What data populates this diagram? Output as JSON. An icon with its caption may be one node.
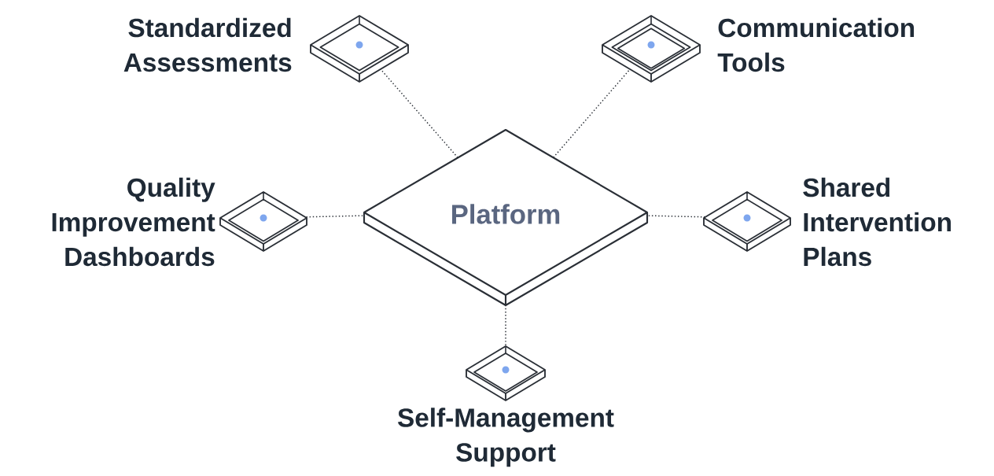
{
  "diagram": {
    "nodes": [
      {
        "text": [
          "Platform"
        ]
      },
      {
        "text": [
          "Standardized Assessments"
        ]
      },
      {
        "text": [
          "Communication Tools"
        ]
      },
      {
        "text": [
          "Quality Improvement Dashboards"
        ]
      },
      {
        "text": [
          "Shared Intervention Plans"
        ]
      },
      {
        "text": [
          "Self-Management Support"
        ]
      }
    ],
    "edges": [
      {
        "from": 0,
        "to": 1,
        "arrow": "none"
      },
      {
        "from": 0,
        "to": 2,
        "arrow": "none"
      },
      {
        "from": 0,
        "to": 3,
        "arrow": "none"
      },
      {
        "from": 0,
        "to": 4,
        "arrow": "none"
      },
      {
        "from": 0,
        "to": 5,
        "arrow": "none"
      }
    ]
  }
}
